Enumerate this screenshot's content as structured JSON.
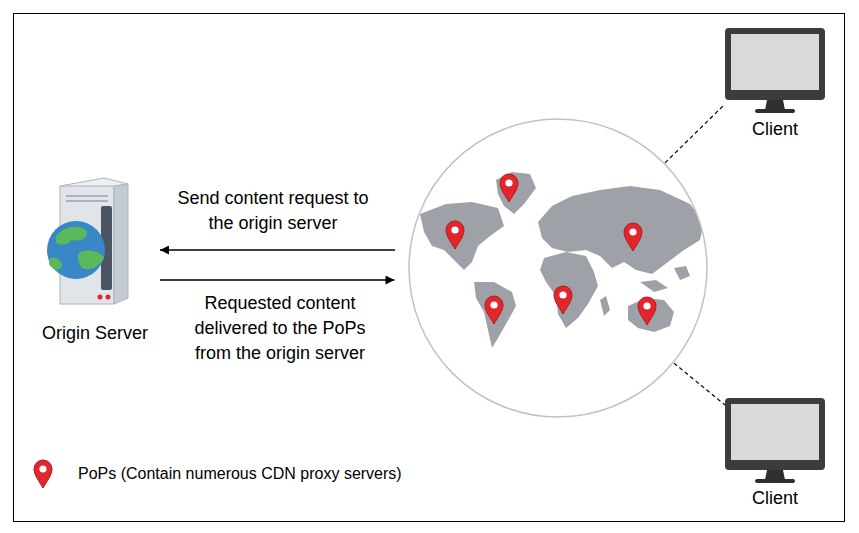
{
  "diagram": {
    "nodes": [
      {
        "text": [
          "Origin Server"
        ]
      },
      {
        "text": []
      },
      {
        "text": [
          "Client"
        ]
      },
      {
        "text": [
          "Client"
        ]
      }
    ],
    "edges": [
      {
        "from": 1,
        "to": 0,
        "arrow": "to",
        "label": "Send content request to the origin server"
      },
      {
        "from": 0,
        "to": 1,
        "arrow": "to",
        "label": "Requested content delivered to the PoPs from the origin server"
      },
      {
        "from": 1,
        "to": 2,
        "arrow": "none"
      },
      {
        "from": 1,
        "to": 3,
        "arrow": "none"
      }
    ],
    "legend": [
      {
        "text": "PoPs (Contain numerous CDN proxy servers)"
      }
    ]
  }
}
